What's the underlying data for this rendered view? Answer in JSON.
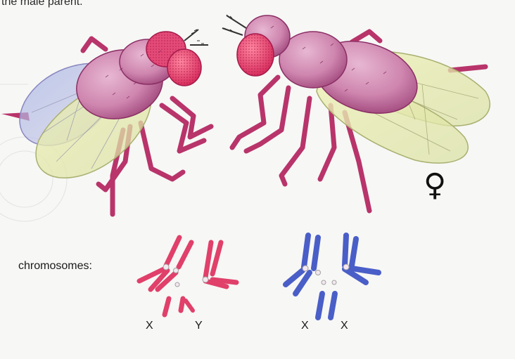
{
  "caption": "the male parent.",
  "chromosomes_label": "chromosomes:",
  "male": {
    "chromosome_labels": [
      "X",
      "Y"
    ],
    "color": "#e0406a"
  },
  "female": {
    "symbol": "♀",
    "chromosome_labels": [
      "X",
      "X"
    ],
    "color": "#4a5ec8"
  },
  "colors": {
    "fly_body": "#c86a9a",
    "fly_eye": "#e8406a",
    "fly_leg": "#b8346a",
    "wing": "#e8ecb0"
  }
}
